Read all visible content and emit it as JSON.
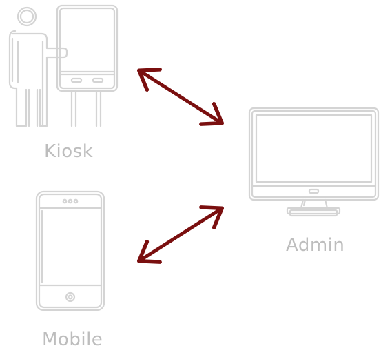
{
  "nodes": {
    "kiosk": {
      "label": "Kiosk",
      "icon": "kiosk-person-icon"
    },
    "mobile": {
      "label": "Mobile",
      "icon": "smartphone-icon"
    },
    "admin": {
      "label": "Admin",
      "icon": "desktop-monitor-icon"
    }
  },
  "connections": [
    {
      "from": "Kiosk",
      "to": "Admin",
      "direction": "bidirectional"
    },
    {
      "from": "Mobile",
      "to": "Admin",
      "direction": "bidirectional"
    }
  ],
  "colors": {
    "arrow": "#7a0f0f",
    "icon_stroke": "#d4d4d4",
    "label": "#bdbdbd",
    "background": "#ffffff"
  }
}
